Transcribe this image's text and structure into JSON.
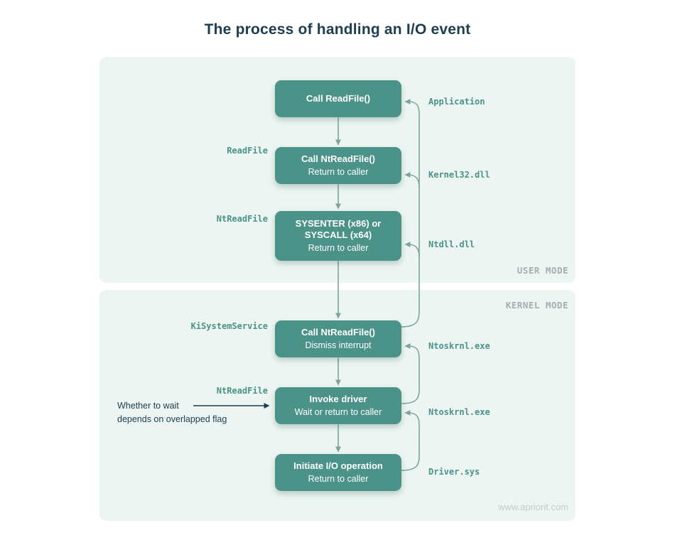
{
  "title": "The process of handling an I/O event",
  "modes": {
    "user": "USER MODE",
    "kernel": "KERNEL MODE"
  },
  "boxes": [
    {
      "line1": "Call ReadFile()",
      "line2": ""
    },
    {
      "line1": "Call NtReadFile()",
      "line2": "Return to caller"
    },
    {
      "line1": "SYSENTER (x86) or SYSCALL (x64)",
      "line2": "Return to caller"
    },
    {
      "line1": "Call NtReadFile()",
      "line2": "Dismiss interrupt"
    },
    {
      "line1": "Invoke driver",
      "line2": "Wait or return to caller"
    },
    {
      "line1": "Initiate I/O operation",
      "line2": "Return to caller"
    }
  ],
  "left_labels": [
    "ReadFile",
    "NtReadFile",
    "KiSystemService",
    "NtReadFile"
  ],
  "right_labels": [
    "Application",
    "Kernel32.dll",
    "Ntdll.dll",
    "Ntoskrnl.exe",
    "Ntoskrnl.exe",
    "Driver.sys"
  ],
  "annotation": {
    "line1": "Whether to wait",
    "line2": "depends on overlapped flag"
  },
  "watermark": "www.apriorit.com",
  "colors": {
    "box_fill": "#4b9288",
    "panel_fill": "#ecf5f1",
    "arrow": "#7fa49d",
    "label_teal": "#4b9288",
    "mode_gray": "#a3adb2",
    "title_dark": "#1d3d50"
  }
}
